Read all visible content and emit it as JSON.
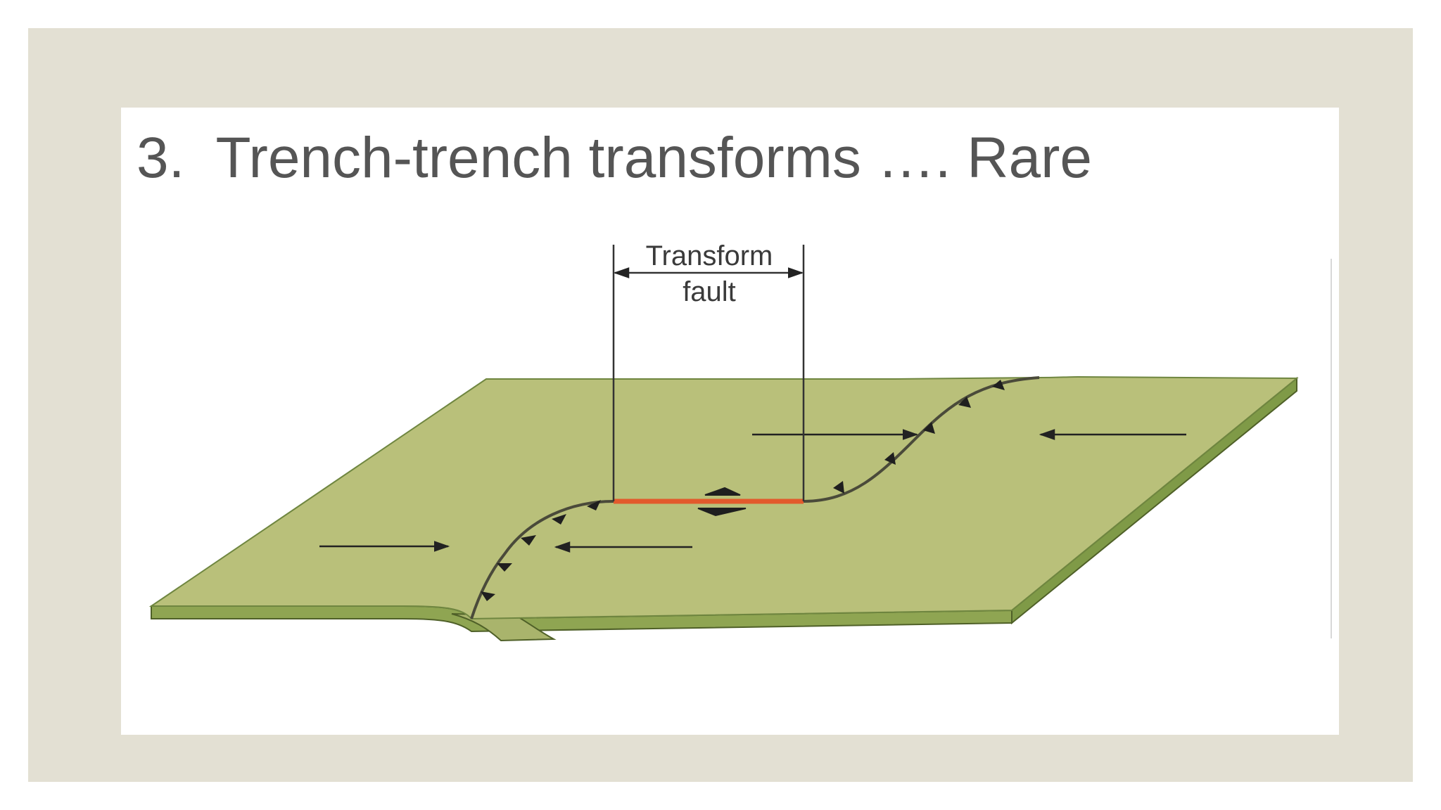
{
  "slide": {
    "title": "3.  Trench-trench transforms …. Rare"
  },
  "diagram": {
    "transform_label_line1": "Transform",
    "transform_label_line2": "fault",
    "colors": {
      "frame": "#e3e0d3",
      "plate_top": "#b9c07a",
      "plate_edge": "#7f9a47",
      "transform_fault": "#e25a2c",
      "trench_line": "#4a4a3a"
    }
  }
}
